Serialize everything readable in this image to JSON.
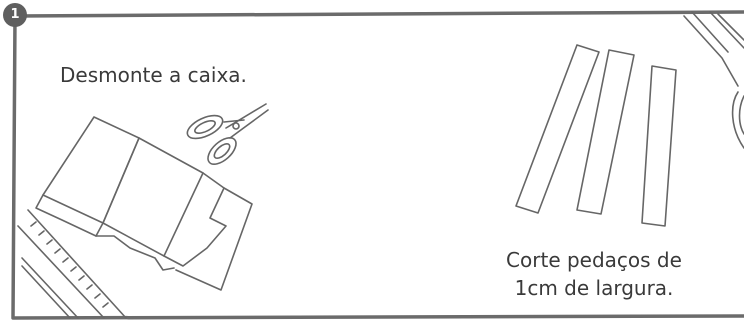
{
  "step": {
    "number": "1"
  },
  "instructions": {
    "first": "Desmonte a caixa.",
    "second_line1": "Corte pedaços de",
    "second_line2": "1cm de largura."
  },
  "colors": {
    "frame": "#6b6b6b",
    "badge": "#5f5f5f",
    "ink": "#3a3a3a",
    "line_art": "#666666"
  },
  "icons": [
    "unfolded-box-drawing",
    "scissors-icon",
    "ruler-drawing",
    "paper-strips-drawing"
  ]
}
